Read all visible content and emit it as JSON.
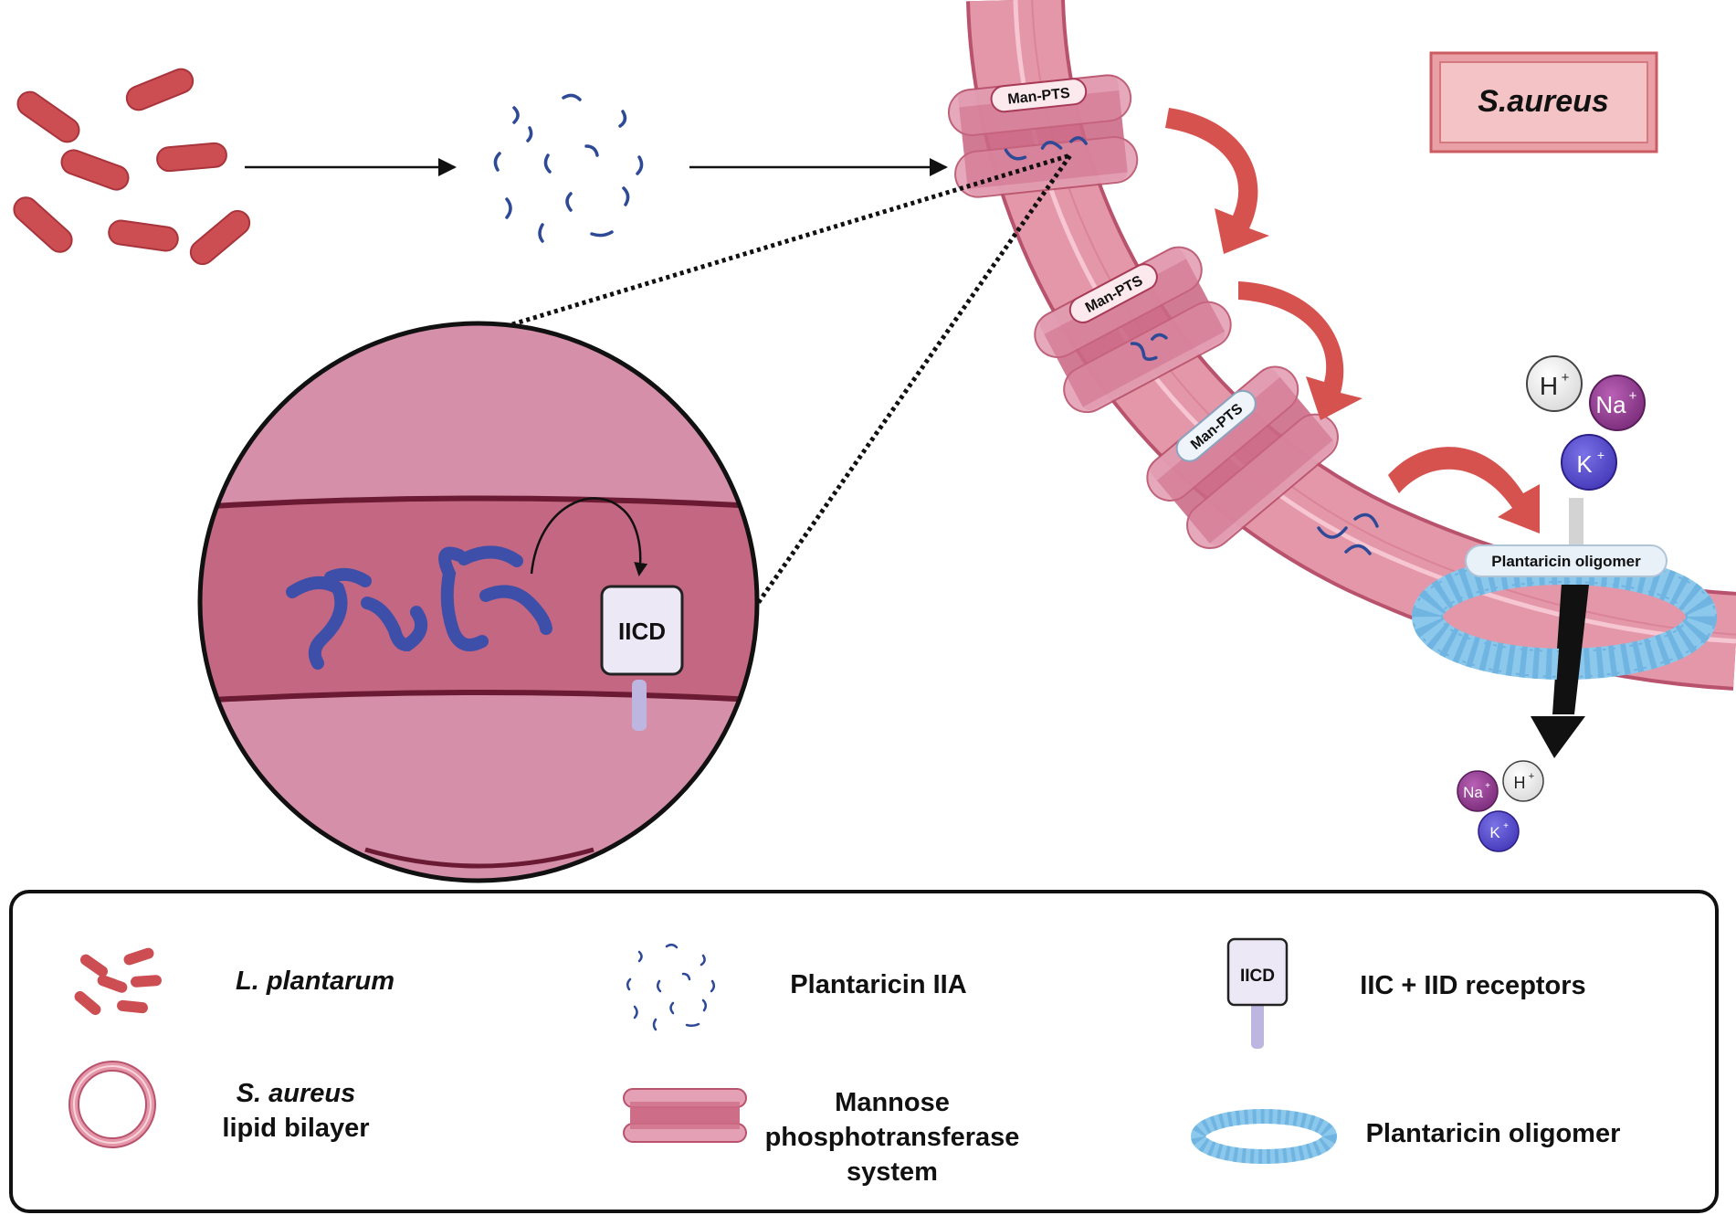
{
  "diagram": {
    "organism_label": "S.aureus",
    "man_pts_label": "Man-PTS",
    "receptor_label": "IICD",
    "oligomer_label": "Plantaricin oligomer",
    "ions_inside": {
      "h": "H",
      "na": "Na",
      "k": "K",
      "charge": "+"
    },
    "ions_outside": {
      "h": "H",
      "na": "Na",
      "k": "K",
      "charge": "+"
    }
  },
  "legend": {
    "l_plantarum": "L. plantarum",
    "plantaricin": "Plantaricin IIA",
    "receptors": "IIC + IID receptors",
    "receptor_icon_label": "IICD",
    "s_aureus_line1": "S. aureus",
    "s_aureus_line2": "lipid bilayer",
    "mannose_line1": "Mannose",
    "mannose_line2": "phosphotransferase",
    "mannose_line3": "system",
    "oligomer": "Plantaricin oligomer"
  },
  "colors": {
    "bacteria": "#cc4d52",
    "peptide": "#2e4a96",
    "membrane": "#d9879b",
    "membrane_inner": "#c86a82",
    "arrow_red": "#d6524f",
    "oligomer": "#8cc8ec",
    "na_ion": "#8a3a8a",
    "k_ion": "#5a4fc8"
  }
}
